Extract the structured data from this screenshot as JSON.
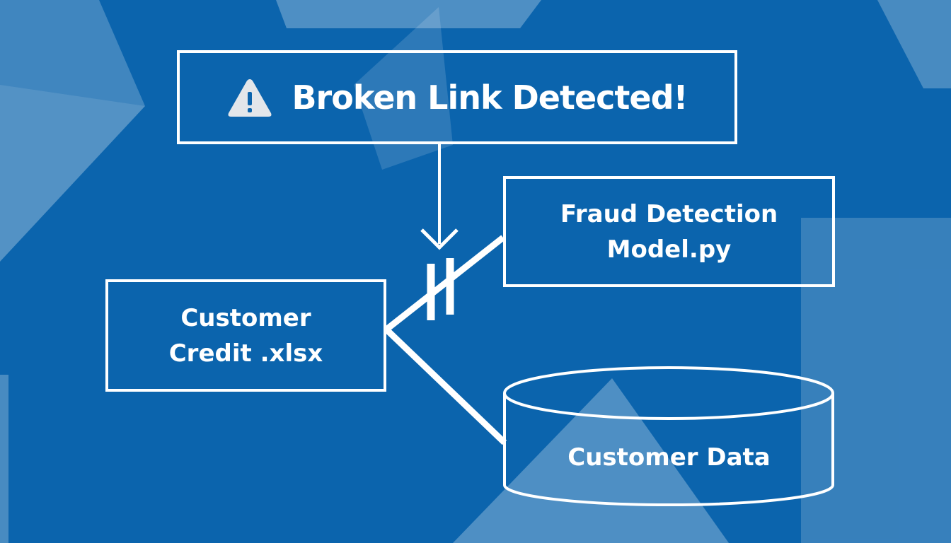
{
  "alert": {
    "title": "Broken Link Detected!",
    "icon": "warning-icon"
  },
  "nodes": {
    "source": {
      "line1": "Customer",
      "line2": "Credit .xlsx"
    },
    "model": {
      "line1": "Fraud Detection",
      "line2": "Model.py"
    },
    "database": {
      "label": "Customer Data"
    }
  },
  "links": [
    {
      "from": "source",
      "to": "model",
      "status": "broken"
    },
    {
      "from": "source",
      "to": "database",
      "status": "ok"
    }
  ],
  "colors": {
    "background": "#0b64ad",
    "foreground": "#ffffff",
    "accent_shapes": "#5f97cb"
  }
}
